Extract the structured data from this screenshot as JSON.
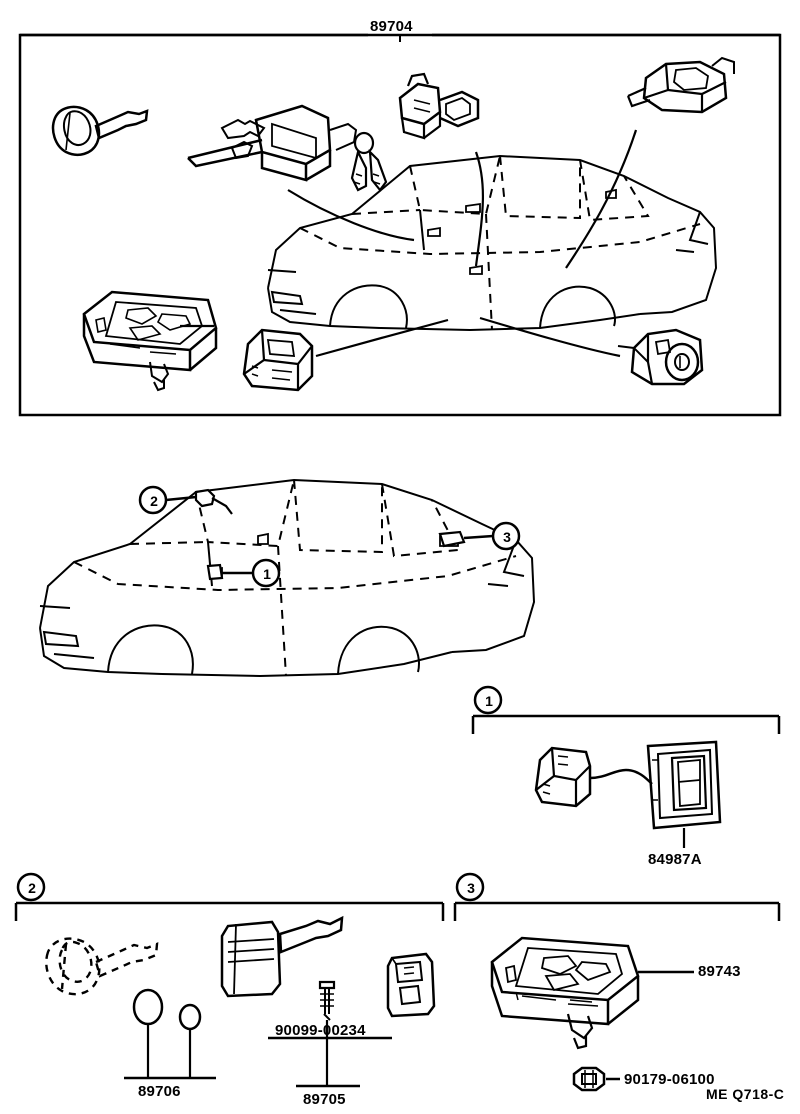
{
  "document": {
    "title": "89704",
    "footer_code": "ME Q718-C",
    "type": "automotive-parts-exploded-diagram"
  },
  "top_panel": {
    "part_number": "89704",
    "name": "wireless-door-lock-overview-panel",
    "components": [
      {
        "name": "master-key",
        "label": ""
      },
      {
        "name": "ignition-key-cylinder-assembly",
        "label": ""
      },
      {
        "name": "door-lock-actuator",
        "label": ""
      },
      {
        "name": "door-lock-cylinder-right",
        "label": ""
      },
      {
        "name": "control-module-ecu",
        "label": ""
      },
      {
        "name": "door-lock-switch-unit",
        "label": ""
      },
      {
        "name": "trunk-lock-cylinder",
        "label": ""
      },
      {
        "name": "vehicle-body-outline",
        "label": ""
      }
    ]
  },
  "callout_diagram": {
    "name": "vehicle-callout-diagram",
    "callouts": [
      {
        "id": "1",
        "label": "1",
        "target": "door-lock-switch"
      },
      {
        "id": "2",
        "label": "2",
        "target": "key-cylinder"
      },
      {
        "id": "3",
        "label": "3",
        "target": "control-module"
      }
    ]
  },
  "panels": [
    {
      "id": "1",
      "badge": "1",
      "name": "panel-door-lock-switch",
      "parts": [
        {
          "number": "84987A",
          "name": "door-lock-control-switch"
        }
      ]
    },
    {
      "id": "2",
      "badge": "2",
      "name": "panel-keys",
      "parts": [
        {
          "number": "89706",
          "name": "transmitter-key-blank"
        },
        {
          "number": "90099-00234",
          "name": "screw-fastener"
        },
        {
          "number": "89705",
          "name": "transmitter-key-assembly"
        }
      ]
    },
    {
      "id": "3",
      "badge": "3",
      "name": "panel-control-module",
      "parts": [
        {
          "number": "89743",
          "name": "door-control-receiver-ecu"
        },
        {
          "number": "90179-06100",
          "name": "nut-hex"
        }
      ]
    }
  ]
}
